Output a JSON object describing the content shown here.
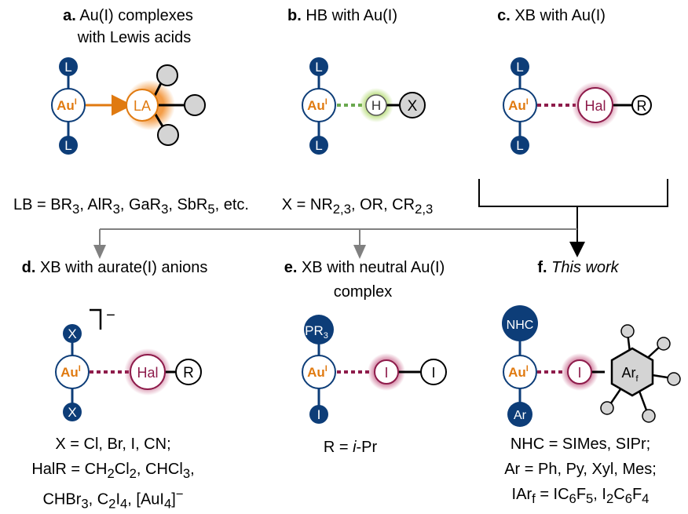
{
  "panel_a": {
    "letter": "a.",
    "title_line1": " Au(I) complexes",
    "title_line2": "with Lewis acids",
    "ligand": "L",
    "metal": "Au",
    "metal_sup": "I",
    "acceptor": "LA",
    "formula_pre": "LB = BR",
    "formula_s1": "3",
    "formula_m1": ", AlR",
    "formula_s2": "3",
    "formula_m2": ", GaR",
    "formula_s3": "3",
    "formula_m3": ", SbR",
    "formula_s4": "5",
    "formula_end": ", etc."
  },
  "panel_b": {
    "letter": "b.",
    "title": " HB with Au(I)",
    "ligand": "L",
    "hydrogen": "H",
    "x": "X",
    "formula_pre": "X = NR",
    "formula_s1": "2,3",
    "formula_m": ", OR, CR",
    "formula_s2": "2,3"
  },
  "panel_c": {
    "letter": "c.",
    "title": " XB with Au(I)",
    "ligand": "L",
    "hal": "Hal",
    "r": "R"
  },
  "panel_d": {
    "letter": "d.",
    "title": " XB with aurate(I) anions",
    "x": "X",
    "charge": "−",
    "hal": "Hal",
    "r": "R",
    "line1": "X = Cl, Br, I, CN;",
    "line2_pre": "HalR = CH",
    "line2_s1": "2",
    "line2_m1": "Cl",
    "line2_s2": "2",
    "line2_m2": ", CHCl",
    "line2_s3": "3",
    "line2_end": ",",
    "line3_pre": "CHBr",
    "line3_s1": "3",
    "line3_m1": ", C",
    "line3_s2": "2",
    "line3_m2": "I",
    "line3_s3": "4",
    "line3_m3": ", [AuI",
    "line3_s4": "4",
    "line3_end": "]",
    "line3_sup": "−"
  },
  "panel_e": {
    "letter": "e.",
    "title_line1": " XB with neutral Au(I)",
    "title_line2": "complex",
    "pr3_main": "PR",
    "pr3_sub": "3",
    "iodide": "I",
    "i_xb": "I",
    "i_end": "I",
    "formula_pre": "R = ",
    "formula_ital": "i",
    "formula_end": "-Pr"
  },
  "panel_f": {
    "letter": "f.",
    "title": " This work",
    "nhc": "NHC",
    "ar": "Ar",
    "i_xb": "I",
    "arf_main": "Ar",
    "arf_sub": "f",
    "line1": "NHC = SIMes, SIPr;",
    "line2": "Ar = Ph, Py, Xyl, Mes;",
    "line3_pre": "IAr",
    "line3_s1": "f",
    "line3_m1": " = IC",
    "line3_s2": "6",
    "line3_m2": "F",
    "line3_s3": "5",
    "line3_m3": ", I",
    "line3_s4": "2",
    "line3_m4": "C",
    "line3_s5": "6",
    "line3_m5": "F",
    "line3_s6": "4"
  },
  "colors": {
    "navy": "#0d3d78",
    "gold": "#e07a10",
    "maroon": "#8e1c4b",
    "green": "#9ccc4a",
    "grey_atom": "#d4d4d4",
    "arrow_grey": "#808080"
  }
}
